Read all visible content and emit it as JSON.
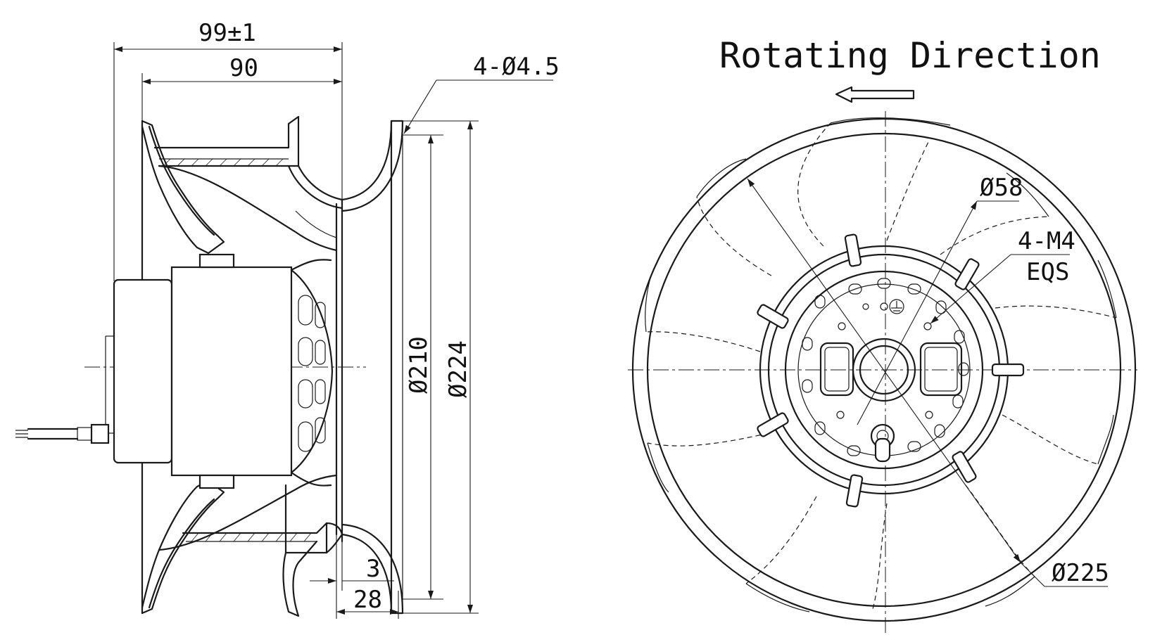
{
  "title": "Rotating Direction",
  "side_view": {
    "overall_length": "99±1",
    "body_length": "90",
    "mounting_holes": "4-Ø4.5",
    "inner_diameter": "Ø210",
    "outer_diameter": "Ø224",
    "flange_thickness": "3",
    "inlet_depth": "28"
  },
  "front_view": {
    "hub_diameter": "Ø58",
    "screw_holes": "4-M4",
    "screw_holes_note": "EQS",
    "impeller_diameter": "Ø225"
  },
  "colors": {
    "line": "#1a1a1a",
    "background": "#ffffff"
  }
}
